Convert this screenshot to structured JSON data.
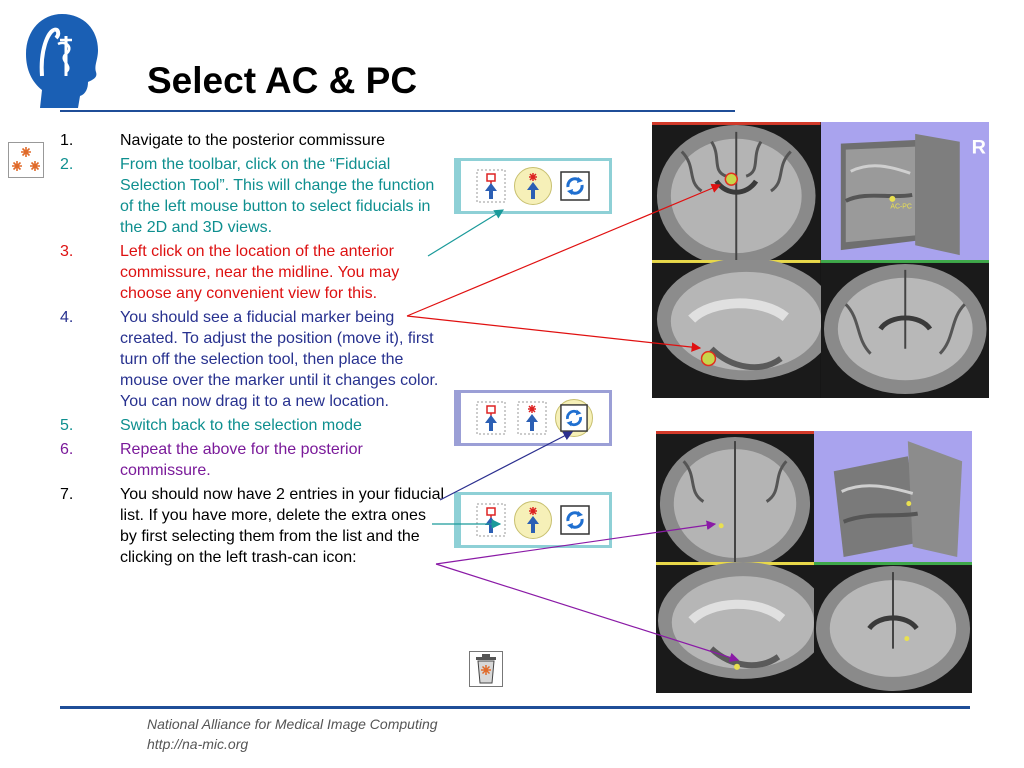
{
  "slide": {
    "title": "Select AC & PC",
    "footer": {
      "org": "National Alliance for Medical Image Computing",
      "url": "http://na-mic.org"
    }
  },
  "steps": [
    {
      "num": "1.",
      "text": "Navigate to the posterior commissure",
      "color": "#000000"
    },
    {
      "num": "2.",
      "text": "From the toolbar, click on the “Fiducial Selection Tool”. This will change the function of the left mouse button to select fiducials in the 2D and 3D views.",
      "color": "#0e8f8f"
    },
    {
      "num": "3.",
      "text": "Left click on the location of the anterior commissure, near the midline. You may choose any convenient view for this.",
      "color": "#dd1111"
    },
    {
      "num": "4.",
      "text": "You should see a fiducial marker being created. To adjust the position (move it), first turn off the selection tool, then place the mouse over the marker until it changes color. You can now drag it to a new location.",
      "color": "#27318f"
    },
    {
      "num": "5.",
      "text": "Switch back to the selection mode",
      "color": "#0e8f8f"
    },
    {
      "num": "6.",
      "text": "Repeat the above for the posterior commissure.",
      "color": "#7a1a9a"
    },
    {
      "num": "7.",
      "text": "You should now have 2 entries in your fiducial list. If you have more, delete the extra ones by first selecting them from the list and the clicking on the left trash-can icon:",
      "color": "#000000"
    }
  ],
  "viewer_labels": {
    "three_d_orientation": "R",
    "fiducial_label_top": "AC-PC"
  },
  "icons": {
    "logo": "namic-head-logo-icon",
    "side_fiducial": "fiducial-list-icon",
    "place": "fiducial-place-icon",
    "select": "fiducial-select-icon",
    "refresh": "refresh-view-icon",
    "trash": "trash-can-icon"
  },
  "colors": {
    "rule": "#1f4e98",
    "teal_arrow": "#1a9a9a",
    "red_arrow": "#e01010",
    "blue_arrow": "#2b2f8f",
    "purple_arrow": "#8a1aa6"
  }
}
